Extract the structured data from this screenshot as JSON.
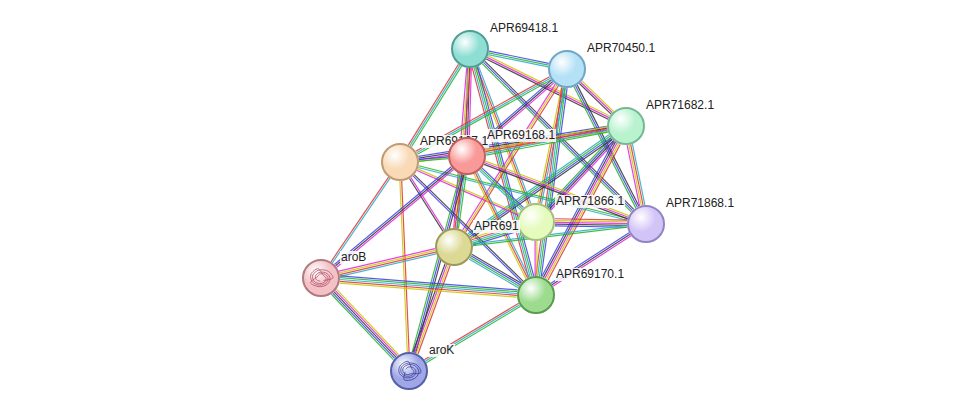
{
  "diagram": {
    "nodes": [
      {
        "text": [
          "APR69418.1"
        ]
      },
      {
        "text": [
          "APR70450.1"
        ]
      },
      {
        "text": [
          "APR71682.1"
        ]
      },
      {
        "text": [
          "APR69167.1"
        ]
      },
      {
        "text": [
          "APR69168.1"
        ]
      },
      {
        "text": [
          "APR71866.1"
        ]
      },
      {
        "text": [
          "APR71868.1"
        ]
      },
      {
        "text": [
          "APR691"
        ]
      },
      {
        "text": [
          "aroB"
        ]
      },
      {
        "text": [
          "APR69170.1"
        ]
      },
      {
        "text": [
          "aroK"
        ]
      }
    ],
    "edges": [
      {
        "from": 0,
        "to": 1,
        "arrow": "none"
      },
      {
        "from": 0,
        "to": 2,
        "arrow": "none"
      },
      {
        "from": 0,
        "to": 3,
        "arrow": "none"
      },
      {
        "from": 0,
        "to": 4,
        "arrow": "none"
      },
      {
        "from": 0,
        "to": 5,
        "arrow": "none"
      },
      {
        "from": 0,
        "to": 6,
        "arrow": "none"
      },
      {
        "from": 0,
        "to": 7,
        "arrow": "none"
      },
      {
        "from": 0,
        "to": 9,
        "arrow": "none"
      },
      {
        "from": 1,
        "to": 2,
        "arrow": "none"
      },
      {
        "from": 1,
        "to": 3,
        "arrow": "none"
      },
      {
        "from": 1,
        "to": 4,
        "arrow": "none"
      },
      {
        "from": 1,
        "to": 5,
        "arrow": "none"
      },
      {
        "from": 1,
        "to": 6,
        "arrow": "none"
      },
      {
        "from": 1,
        "to": 7,
        "arrow": "none"
      },
      {
        "from": 1,
        "to": 9,
        "arrow": "none"
      },
      {
        "from": 2,
        "to": 3,
        "arrow": "none"
      },
      {
        "from": 2,
        "to": 4,
        "arrow": "none"
      },
      {
        "from": 2,
        "to": 5,
        "arrow": "none"
      },
      {
        "from": 2,
        "to": 6,
        "arrow": "none"
      },
      {
        "from": 2,
        "to": 7,
        "arrow": "none"
      },
      {
        "from": 2,
        "to": 9,
        "arrow": "none"
      },
      {
        "from": 3,
        "to": 4,
        "arrow": "none"
      },
      {
        "from": 3,
        "to": 5,
        "arrow": "none"
      },
      {
        "from": 3,
        "to": 6,
        "arrow": "none"
      },
      {
        "from": 3,
        "to": 7,
        "arrow": "none"
      },
      {
        "from": 3,
        "to": 8,
        "arrow": "none"
      },
      {
        "from": 3,
        "to": 9,
        "arrow": "none"
      },
      {
        "from": 3,
        "to": 10,
        "arrow": "none"
      },
      {
        "from": 4,
        "to": 5,
        "arrow": "none"
      },
      {
        "from": 4,
        "to": 6,
        "arrow": "none"
      },
      {
        "from": 4,
        "to": 7,
        "arrow": "none"
      },
      {
        "from": 4,
        "to": 8,
        "arrow": "none"
      },
      {
        "from": 4,
        "to": 9,
        "arrow": "none"
      },
      {
        "from": 4,
        "to": 10,
        "arrow": "none"
      },
      {
        "from": 5,
        "to": 6,
        "arrow": "none"
      },
      {
        "from": 5,
        "to": 7,
        "arrow": "none"
      },
      {
        "from": 5,
        "to": 9,
        "arrow": "none"
      },
      {
        "from": 6,
        "to": 7,
        "arrow": "none"
      },
      {
        "from": 6,
        "to": 9,
        "arrow": "none"
      },
      {
        "from": 7,
        "to": 8,
        "arrow": "none"
      },
      {
        "from": 7,
        "to": 9,
        "arrow": "none"
      },
      {
        "from": 7,
        "to": 10,
        "arrow": "none"
      },
      {
        "from": 8,
        "to": 9,
        "arrow": "none"
      },
      {
        "from": 8,
        "to": 10,
        "arrow": "none"
      },
      {
        "from": 9,
        "to": 10,
        "arrow": "none"
      }
    ]
  }
}
